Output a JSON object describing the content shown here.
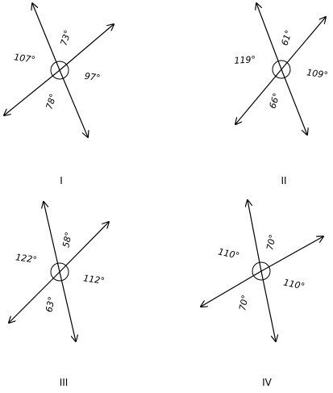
{
  "figures": [
    {
      "caption": "I",
      "angles": {
        "upper": "73°",
        "left": "107°",
        "right": "97°",
        "lower": "78°"
      }
    },
    {
      "caption": "II",
      "angles": {
        "upper": "61°",
        "left": "119°",
        "right": "109°",
        "lower": "66°"
      }
    },
    {
      "caption": "III",
      "angles": {
        "upper": "58°",
        "left": "122°",
        "right": "112°",
        "lower": "63°"
      }
    },
    {
      "caption": "IV",
      "angles": {
        "upper": "70°",
        "left": "110°",
        "right": "110°",
        "lower": "70°"
      }
    }
  ]
}
